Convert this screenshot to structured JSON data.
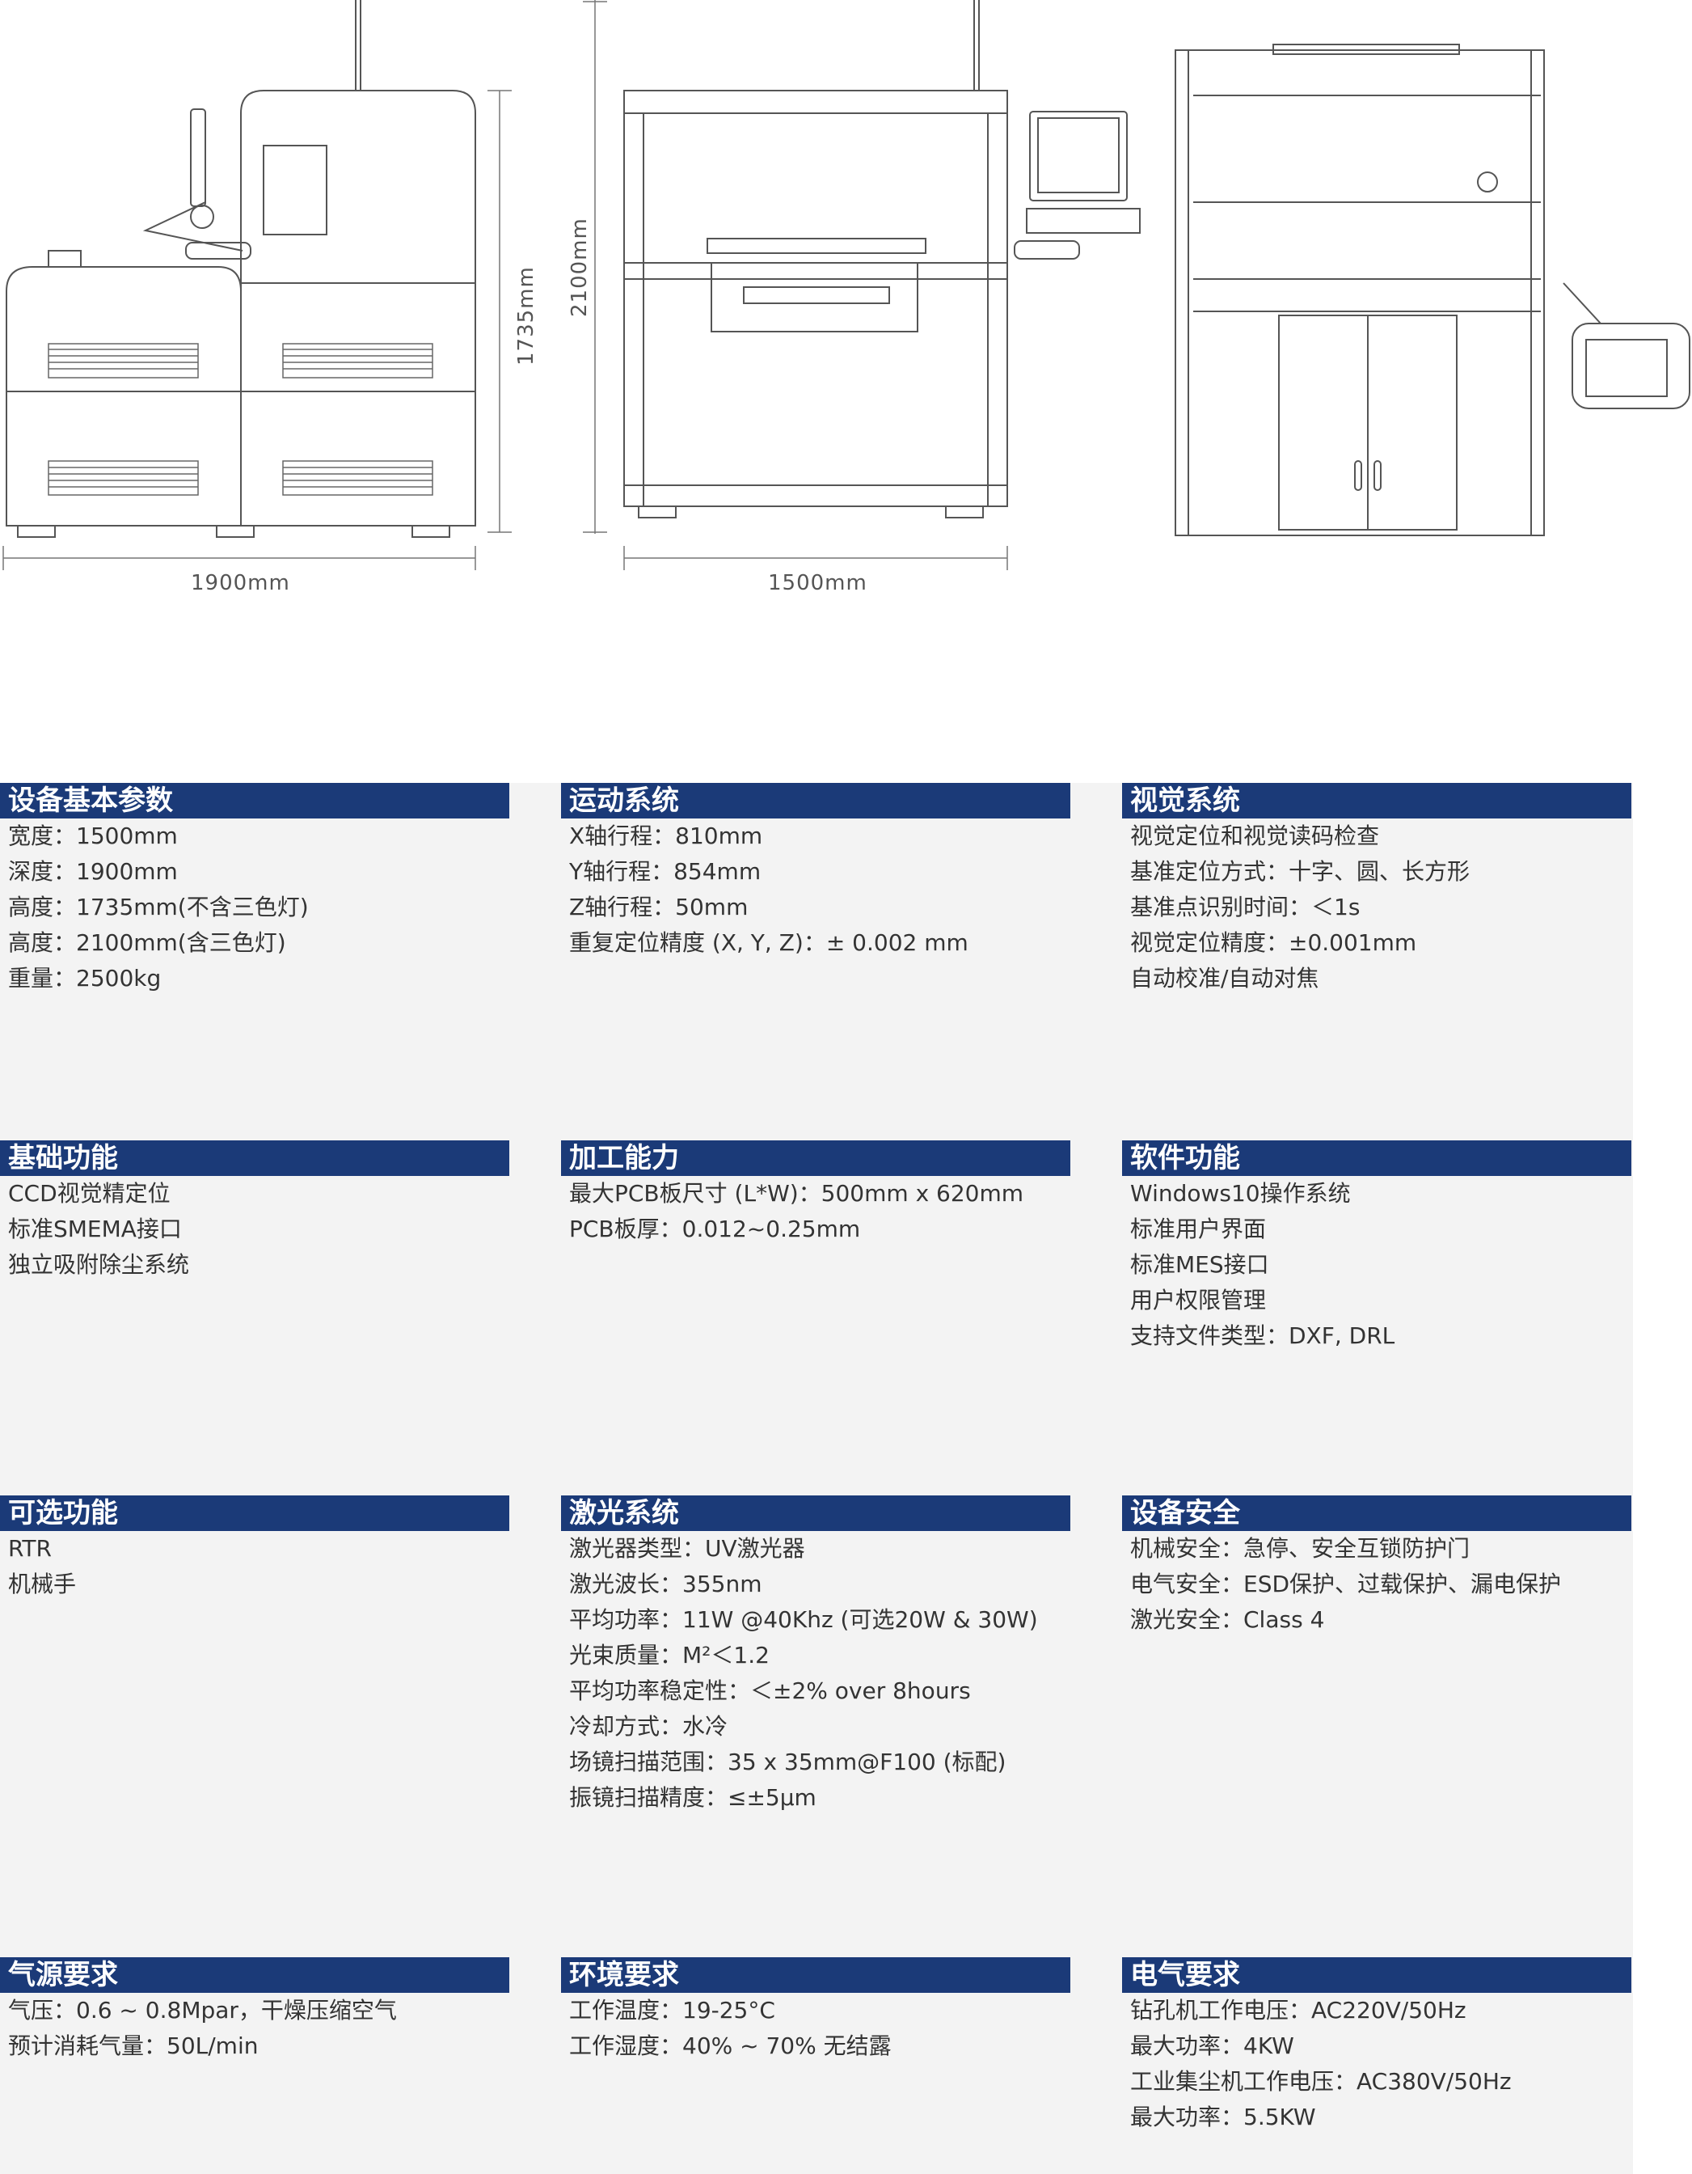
{
  "drawings": {
    "side_width": "1900mm",
    "side_height": "1735mm",
    "front_width": "1500mm",
    "front_height": "2100mm"
  },
  "sections": [
    {
      "title": "设备基本参数",
      "items": [
        "宽度：1500mm",
        "深度：1900mm",
        "高度：1735mm(不含三色灯)",
        "高度：2100mm(含三色灯)",
        "重量：2500kg"
      ]
    },
    {
      "title": "运动系统",
      "items": [
        "X轴行程：810mm",
        "Y轴行程：854mm",
        "Z轴行程：50mm",
        "重复定位精度 (X, Y, Z)：± 0.002 mm"
      ]
    },
    {
      "title": "视觉系统",
      "items": [
        "视觉定位和视觉读码检查",
        "基准定位方式：十字、圆、长方形",
        "基准点识别时间：＜1s",
        "视觉定位精度：±0.001mm",
        "自动校准/自动对焦"
      ]
    },
    {
      "title": "基础功能",
      "items": [
        "CCD视觉精定位",
        "标准SMEMA接口",
        "独立吸附除尘系统"
      ]
    },
    {
      "title": "加工能力",
      "items": [
        "最大PCB板尺寸 (L*W)：500mm x 620mm",
        "PCB板厚：0.012~0.25mm"
      ]
    },
    {
      "title": "软件功能",
      "items": [
        "Windows10操作系统",
        "标准用户界面",
        "标准MES接口",
        "用户权限管理",
        "支持文件类型：DXF, DRL"
      ]
    },
    {
      "title": "可选功能",
      "items": [
        "RTR",
        "机械手"
      ]
    },
    {
      "title": "激光系统",
      "items": [
        "激光器类型：UV激光器",
        "激光波长：355nm",
        "平均功率：11W @40Khz (可选20W & 30W)",
        "光束质量：M²＜1.2",
        "平均功率稳定性：＜±2% over 8hours",
        "冷却方式：水冷",
        "场镜扫描范围：35 x 35mm@F100 (标配)",
        "振镜扫描精度：≤±5μm"
      ]
    },
    {
      "title": "设备安全",
      "items": [
        "机械安全：急停、安全互锁防护门",
        "电气安全：ESD保护、过载保护、漏电保护",
        "激光安全：Class 4"
      ]
    },
    {
      "title": "气源要求",
      "items": [
        "气压：0.6 ~ 0.8Mpar，干燥压缩空气",
        "预计消耗气量：50L/min"
      ]
    },
    {
      "title": "环境要求",
      "items": [
        "工作温度：19-25°C",
        "工作湿度：40% ~ 70% 无结露"
      ]
    },
    {
      "title": "电气要求",
      "items": [
        "钻孔机工作电压：AC220V/50Hz",
        "最大功率：4KW",
        "工业集尘机工作电压：AC380V/50Hz",
        "最大功率：5.5KW"
      ]
    }
  ]
}
